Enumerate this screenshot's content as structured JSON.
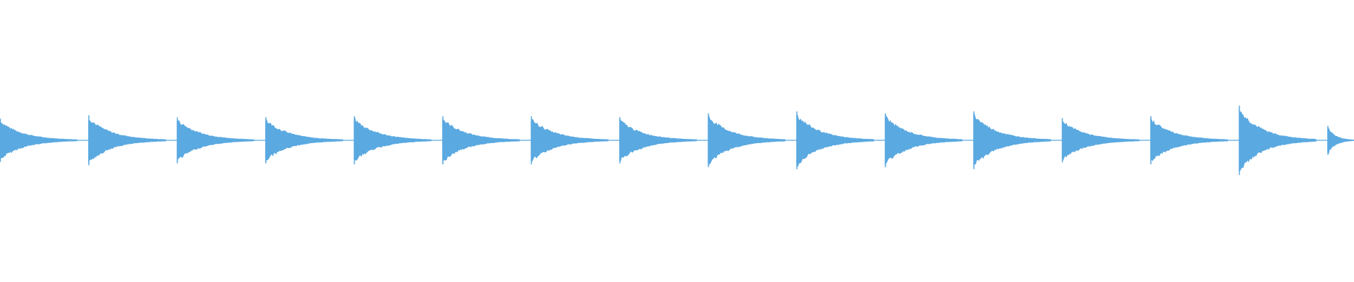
{
  "waveform": {
    "color": "#5aa9e1",
    "background": "#ffffff",
    "pulse_count": 16,
    "pulse_peak_amplitudes": [
      0.45,
      0.52,
      0.48,
      0.48,
      0.5,
      0.5,
      0.5,
      0.48,
      0.56,
      0.6,
      0.56,
      0.6,
      0.46,
      0.5,
      0.72,
      0.3
    ],
    "decay_shape": "exponential",
    "baseline_visible": true
  }
}
